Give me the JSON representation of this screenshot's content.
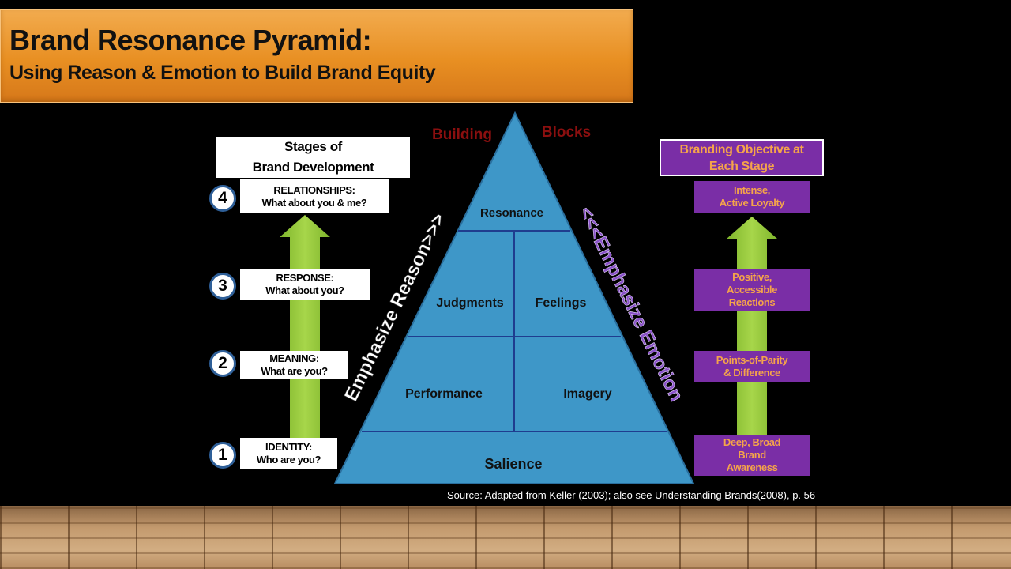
{
  "title": {
    "main": "Brand Resonance Pyramid:",
    "subtitle": "Using Reason & Emotion to Build Brand Equity"
  },
  "stages": {
    "header_line1": "Stages of",
    "header_line2": "Brand Development",
    "items": [
      {
        "number": "4",
        "line1": "RELATIONSHIPS:",
        "line2": "What about you & me?"
      },
      {
        "number": "3",
        "line1": "RESPONSE:",
        "line2": "What about you?"
      },
      {
        "number": "2",
        "line1": "MEANING:",
        "line2": "What are you?"
      },
      {
        "number": "1",
        "line1": "IDENTITY:",
        "line2": "Who are you?"
      }
    ]
  },
  "pyramid": {
    "label_left": "Building",
    "label_right": "Blocks",
    "blocks": {
      "resonance": "Resonance",
      "judgments": "Judgments",
      "feelings": "Feelings",
      "performance": "Performance",
      "imagery": "Imagery",
      "salience": "Salience"
    },
    "left_side_text": "Emphasize Reason>>>",
    "right_side_text": "<<<Emphasize Emotion",
    "fill_color": "#3e97c8",
    "line_color": "#1f3d8f"
  },
  "objectives": {
    "header_line1": "Branding Objective at",
    "header_line2": "Each Stage",
    "items": [
      {
        "lines": [
          "Intense,",
          "Active Loyalty"
        ]
      },
      {
        "lines": [
          "Positive,",
          "Accessible",
          "Reactions"
        ]
      },
      {
        "lines": [
          "Points-of-Parity",
          "& Difference"
        ]
      },
      {
        "lines": [
          "Deep, Broad",
          "Brand",
          "Awareness"
        ]
      }
    ]
  },
  "source": "Source: Adapted from Keller (2003); also see Understanding Brands(2008), p. 56",
  "colors": {
    "title_bar": "#e88f22",
    "arrow_green": "#9acd3c",
    "purple": "#7a2ea6",
    "orange_text": "#f5a44a",
    "dark_red": "#8b0f0f"
  }
}
